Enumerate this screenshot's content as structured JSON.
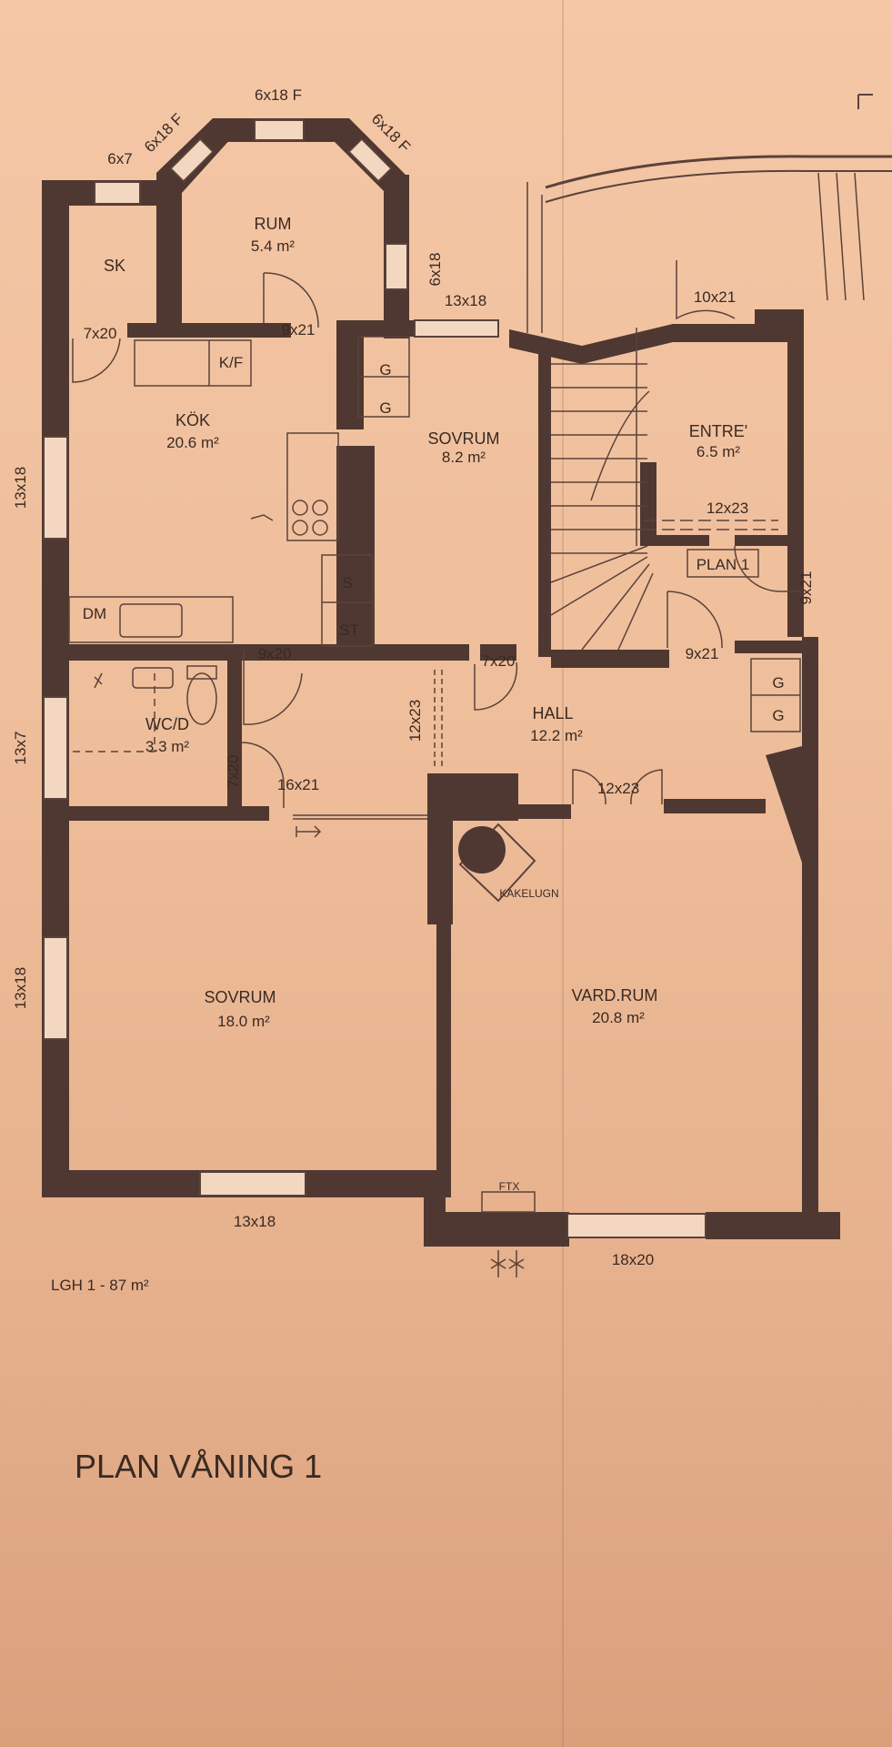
{
  "rooms": {
    "sk": {
      "name": "SK"
    },
    "rum": {
      "name": "RUM",
      "area": "5.4 m²"
    },
    "kok": {
      "name": "KÖK",
      "area": "20.6 m²"
    },
    "sovrum_small": {
      "name": "SOVRUM",
      "area": "8.2 m²"
    },
    "entre": {
      "name": "ENTRE'",
      "area": "6.5 m²"
    },
    "wc": {
      "name": "WC/D",
      "area": "3.3 m²"
    },
    "hall": {
      "name": "HALL",
      "area": "12.2 m²"
    },
    "sovrum_large": {
      "name": "SOVRUM",
      "area": "18.0 m²"
    },
    "vardrum": {
      "name": "VARD.RUM",
      "area": "20.8 m²"
    }
  },
  "fixtures": {
    "kf": "K/F",
    "g1": "G",
    "g2": "G",
    "g3": "G",
    "g4": "G",
    "s": "S",
    "st": "ST",
    "dm": "DM",
    "plan1": "PLAN 1",
    "kakelugn": "KAKELUGN",
    "ftx": "FTX"
  },
  "dimensions": {
    "bay_top": "6x18 F",
    "bay_left": "6x18 F",
    "bay_right": "6x18 F",
    "sk_window": "6x7",
    "door_sk": "7x20",
    "door_rum": "9x21",
    "win_6x18": "6x18",
    "win_13x18_top": "13x18",
    "door_10x21": "10x21",
    "door_12x23_entre": "12x23",
    "door_9x21_entre": "9x21",
    "door_9x21_hall": "9x21",
    "door_9x20": "9x20",
    "door_7x20_hall": "7x20",
    "door_12x23_side": "12x23",
    "door_12x23_vard": "12x23",
    "door_7x20_wc": "7x20",
    "door_16x21": "16x21",
    "win_left_upper": "13x18",
    "win_left_mid": "13x7",
    "win_left_lower": "13x18",
    "win_bottom": "13x18",
    "win_vard": "18x20"
  },
  "plan_label": "LGH 1 - 87 m²",
  "plan_title": "PLAN VÅNING 1"
}
